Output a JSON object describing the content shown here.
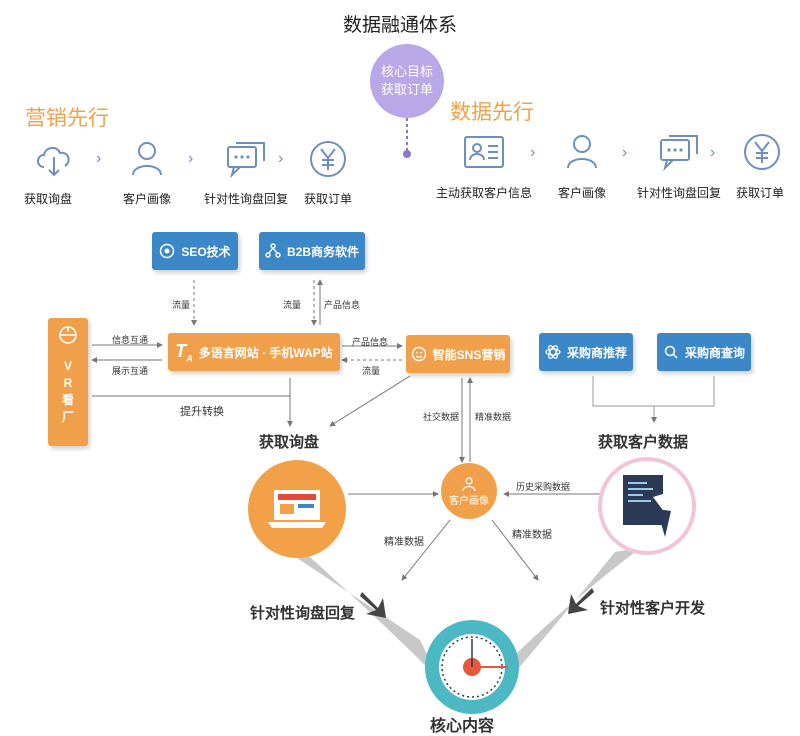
{
  "title": "数据融通体系",
  "core_target": {
    "line1": "核心目标",
    "line2": "获取订单"
  },
  "marketing": {
    "title": "营销先行",
    "steps": [
      {
        "label": "获取询盘",
        "icon": "cloud-download-icon"
      },
      {
        "label": "客户画像",
        "icon": "user-icon"
      },
      {
        "label": "针对性询盘回复",
        "icon": "chat-bubble-icon"
      },
      {
        "label": "获取订单",
        "icon": "yen-icon"
      }
    ]
  },
  "data_first": {
    "title": "数据先行",
    "steps": [
      {
        "label": "主动获取客户信息",
        "icon": "id-card-icon"
      },
      {
        "label": "客户画像",
        "icon": "user-icon"
      },
      {
        "label": "针对性询盘回复",
        "icon": "chat-bubble-icon"
      },
      {
        "label": "获取订单",
        "icon": "yen-icon"
      }
    ]
  },
  "diagram": {
    "seo": "SEO技术",
    "b2b": "B2B商务软件",
    "website": "多语言网站 · 手机WAP站",
    "sns": "智能SNS营销",
    "buyer_recommend": "采购商推荐",
    "buyer_query": "采购商查询",
    "vr_factory": [
      "V",
      "R",
      "看",
      "厂"
    ],
    "labels": {
      "traffic": "流量",
      "product_info": "产品信息",
      "info_exchange": "信息互通",
      "display_exchange": "展示互通",
      "upgrade_convert": "提升转换",
      "social_data": "社交数据",
      "precise_data": "精准数据",
      "history_purchase": "历史采购数据"
    },
    "get_inquiry": "获取询盘",
    "get_customer_data": "获取客户数据",
    "customer_profile": "客户画像",
    "targeted_reply": "针对性询盘回复",
    "targeted_dev": "针对性客户开发",
    "core_content": "核心内容"
  },
  "colors": {
    "orange": "#f0a04b",
    "blue": "#3b87c8",
    "purple": "#b9a8e8",
    "teal": "#4bb8c4",
    "pink": "#f2c4d8"
  }
}
